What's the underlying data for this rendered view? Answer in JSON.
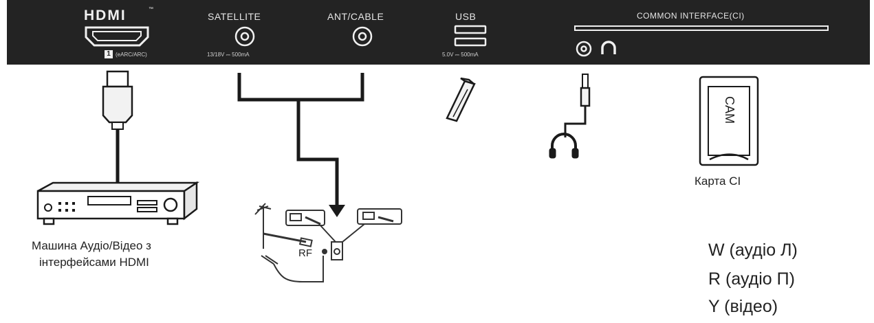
{
  "panel": {
    "hdmi_logo": "HDMI",
    "hdmi_tm": "™",
    "hdmi_port_number": "1",
    "hdmi_port_note": "(eARC/ARC)",
    "satellite_label": "SATELLITE",
    "satellite_spec": "13/18V ⎓ 500mA",
    "ant_cable_label": "ANT/CABLE",
    "usb_label": "USB",
    "usb_spec": "5.0V ⎓ 500mA",
    "ci_label": "COMMON INTERFACE(CI)"
  },
  "devices": {
    "av_device_caption_line1": "Машина Аудіо/Відео з",
    "av_device_caption_line2": "інтерфейсами HDMI",
    "rf_label": "RF",
    "cam_label": "CAM",
    "ci_card_caption": "Карта CI"
  },
  "legend": {
    "white": "W (аудіо Л)",
    "red": "R (аудіо П)",
    "yellow": "Y (відео)"
  },
  "colors": {
    "panel_bg": "#232323",
    "line": "#1a1a1a"
  }
}
